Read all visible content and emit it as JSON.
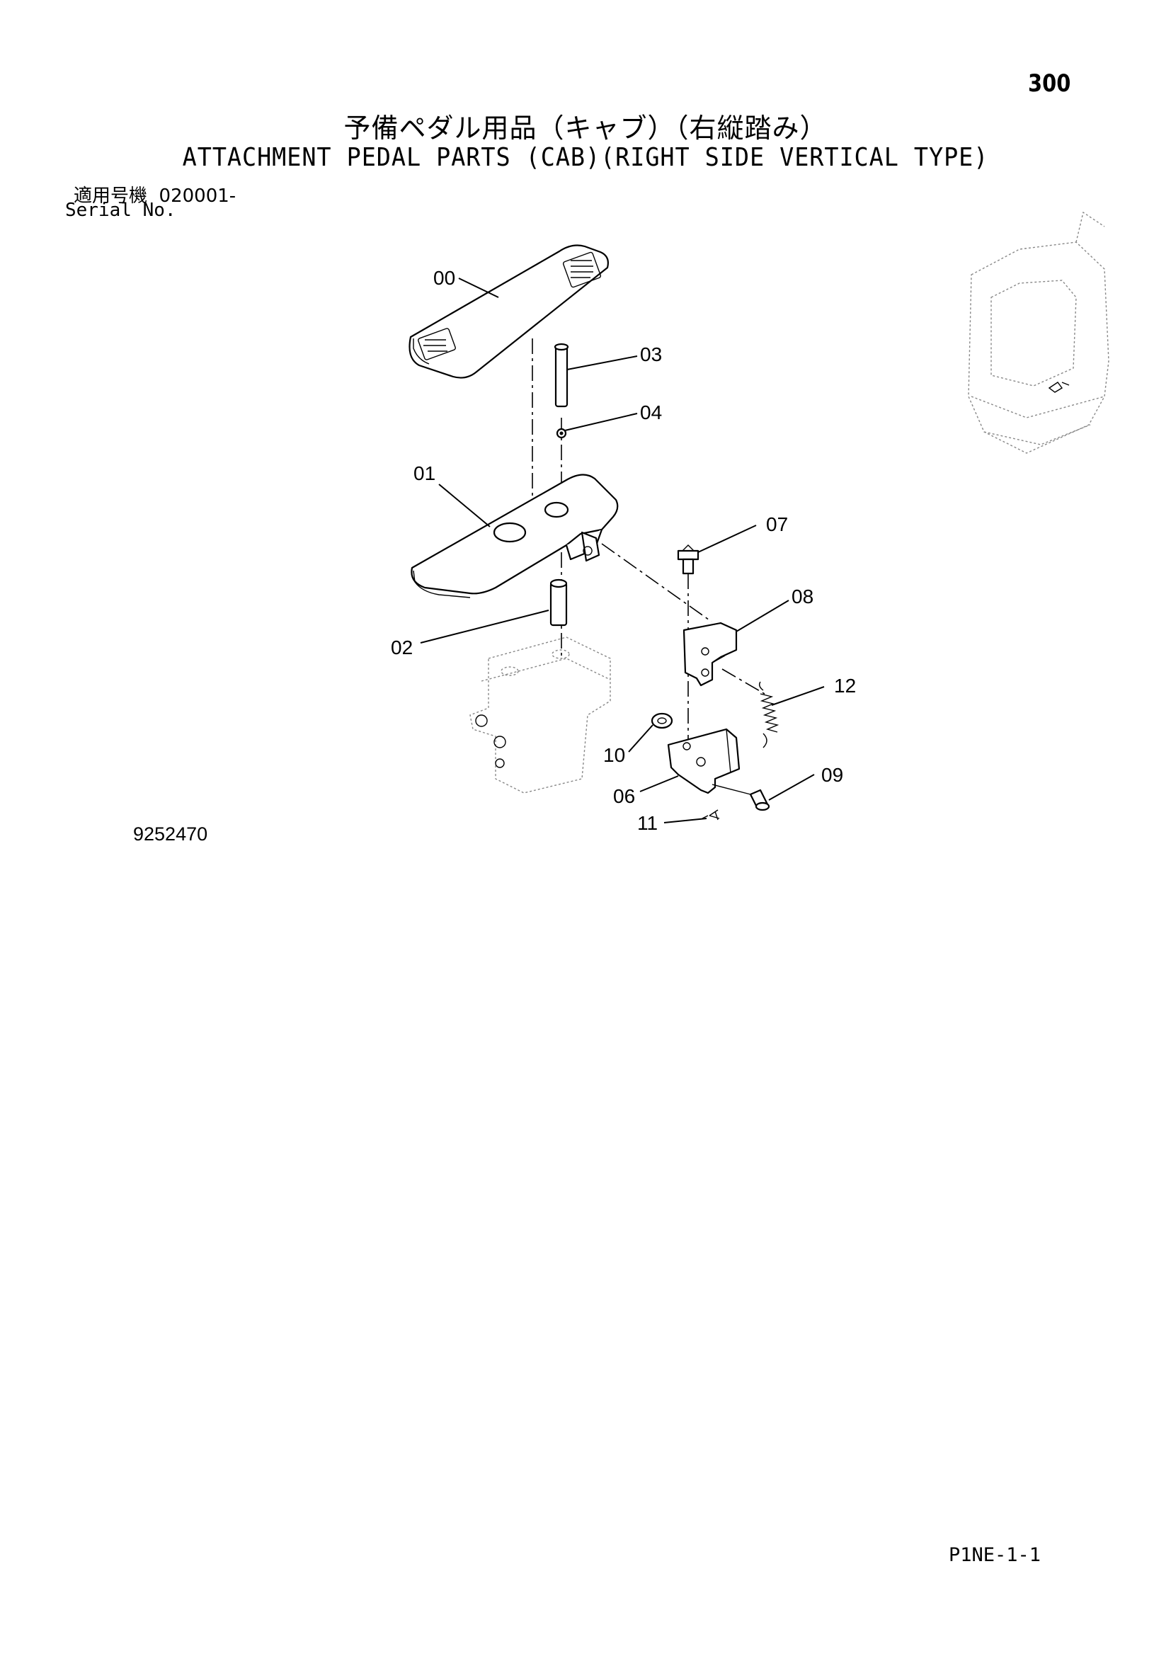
{
  "header": {
    "page_number": "300",
    "title_jp": "予備ペダル用品（キャブ）（右縦踏み）",
    "title_en": "ATTACHMENT PEDAL PARTS (CAB)(RIGHT SIDE VERTICAL TYPE)",
    "serial_label_jp": "適用号機",
    "serial_value": "020001-",
    "serial_label_en": "Serial No."
  },
  "callouts": {
    "c00": "00",
    "c01": "01",
    "c02": "02",
    "c03": "03",
    "c04": "04",
    "c06": "06",
    "c07": "07",
    "c08": "08",
    "c09": "09",
    "c10": "10",
    "c11": "11",
    "c12": "12"
  },
  "footer": {
    "drawing_number": "9252470",
    "page_code": "P1NE-1-1"
  }
}
